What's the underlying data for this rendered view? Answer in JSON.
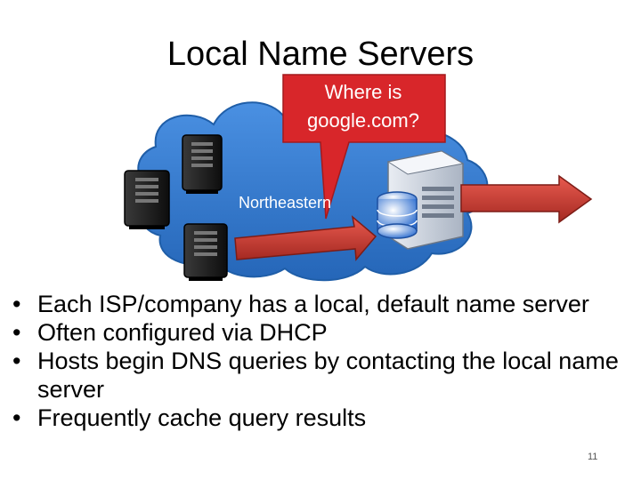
{
  "title": "Local Name Servers",
  "callout": {
    "line1": "Where is",
    "line2": "google.com?"
  },
  "cloud_label": "Northeastern",
  "bullets": [
    {
      "text": "Each ISP/company has a local, default name server"
    },
    {
      "text": "Often configured via DHCP"
    },
    {
      "text": "Hosts begin DNS queries by contacting the local name server"
    },
    {
      "text": "Frequently cache query results"
    }
  ],
  "page_number": "11",
  "colors": {
    "cloud": "#2f7ad0",
    "callout": "#d8262a",
    "arrow": "#c0392b",
    "server_dark": "#1a1a1a",
    "server_light": "#d4dbe6"
  }
}
